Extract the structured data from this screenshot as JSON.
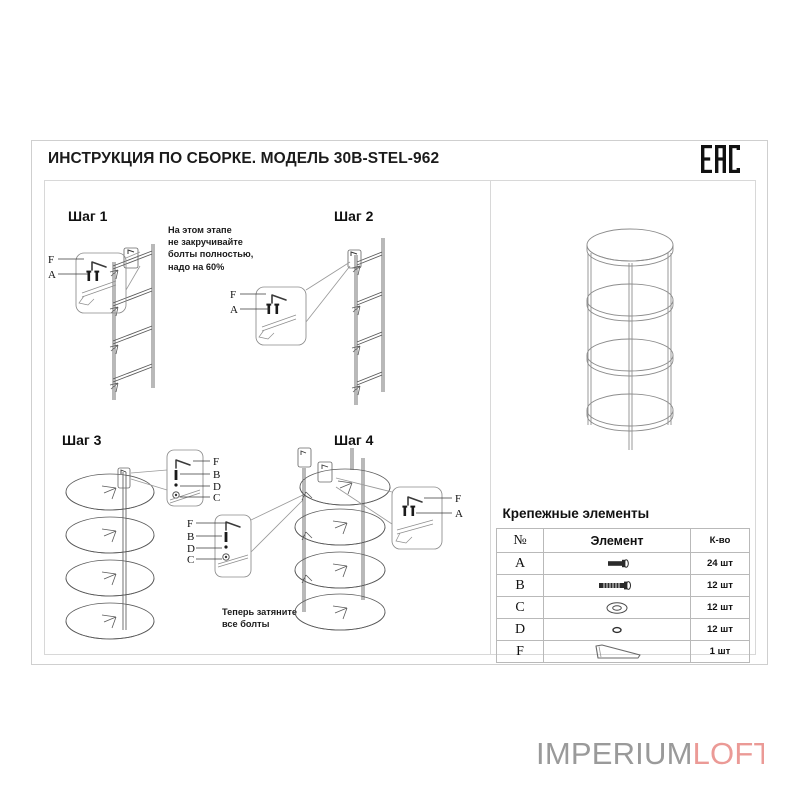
{
  "document": {
    "title": "ИНСТРУКЦИЯ ПО СБОРКЕ. МОДЕЛЬ 30B-STEL-962",
    "certification_mark": "EAC"
  },
  "steps": [
    {
      "id": "step1",
      "title": "Шаг 1",
      "callout_labels": [
        "F",
        "A"
      ],
      "note": "На этом этапе\nне закручивайте\nболты полностью,\nнадо на 60%"
    },
    {
      "id": "step2",
      "title": "Шаг 2",
      "callout_labels": [
        "F",
        "A"
      ],
      "note": ""
    },
    {
      "id": "step3",
      "title": "Шаг 3",
      "callout_labels": [
        "F",
        "B",
        "D",
        "C"
      ],
      "note": "Теперь затяните\nвсе болты"
    },
    {
      "id": "step4",
      "title": "Шаг 4",
      "callout_labels": [
        "F",
        "A"
      ],
      "note": ""
    }
  ],
  "product_illustration": {
    "name": "round-4-tier-shelf",
    "shelf_count": 4
  },
  "fasteners_table": {
    "caption": "Крепежные элементы",
    "headers": [
      "№",
      "Элемент",
      "К-во"
    ],
    "rows": [
      {
        "id": "A",
        "icon": "short-bolt-icon",
        "qty": "24 шт"
      },
      {
        "id": "B",
        "icon": "long-bolt-icon",
        "qty": "12 шт"
      },
      {
        "id": "C",
        "icon": "washer-icon",
        "qty": "12 шт"
      },
      {
        "id": "D",
        "icon": "small-ring-icon",
        "qty": "12 шт"
      },
      {
        "id": "F",
        "icon": "allen-key-icon",
        "qty": "1 шт"
      }
    ]
  },
  "brand": {
    "part1": "IMPERIUM",
    "part2": "LOFT",
    "color1": "#9a9a9a",
    "color2": "#eb9a96"
  },
  "colors": {
    "line": "#555555",
    "frame": "#cfcfcf",
    "table_border": "#b9b9b9",
    "text": "#1b1b1b"
  }
}
